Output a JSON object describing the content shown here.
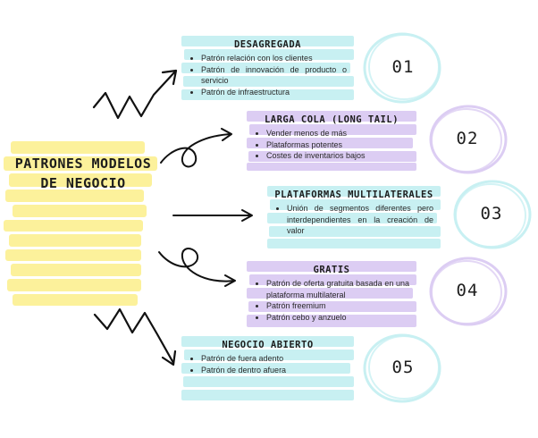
{
  "center": {
    "title_line1": "PATRONES MODELOS",
    "title_line2": "DE NEGOCIO"
  },
  "colors": {
    "yellow": "#fbee8a",
    "cyan": "#c8f0f2",
    "lavender": "#dccdf3"
  },
  "cards": [
    {
      "number": "01",
      "title": "DESAGREGADA",
      "items": [
        "Patrón relación con los clientes",
        "Patrón de innovación de producto o servicio",
        "Patrón de infraestructura"
      ],
      "color": "cyan"
    },
    {
      "number": "02",
      "title": "LARGA COLA (LONG TAIL)",
      "items": [
        "Vender menos de más",
        "Plataformas potentes",
        "Costes de inventarios bajos"
      ],
      "color": "lavender"
    },
    {
      "number": "03",
      "title": "PLATAFORMAS MULTILATERALES",
      "items": [
        "Unión de segmentos diferentes pero interdependientes en la creación de valor"
      ],
      "color": "cyan"
    },
    {
      "number": "04",
      "title": "GRATIS",
      "items": [
        "Patrón de oferta gratuita basada en una plataforma multilateral",
        "Patrón freemium",
        "Patrón cebo y anzuelo"
      ],
      "color": "lavender"
    },
    {
      "number": "05",
      "title": "NEGOCIO ABIERTO",
      "items": [
        "Patrón de fuera adento",
        "Patrón de dentro afuera"
      ],
      "color": "cyan"
    }
  ]
}
